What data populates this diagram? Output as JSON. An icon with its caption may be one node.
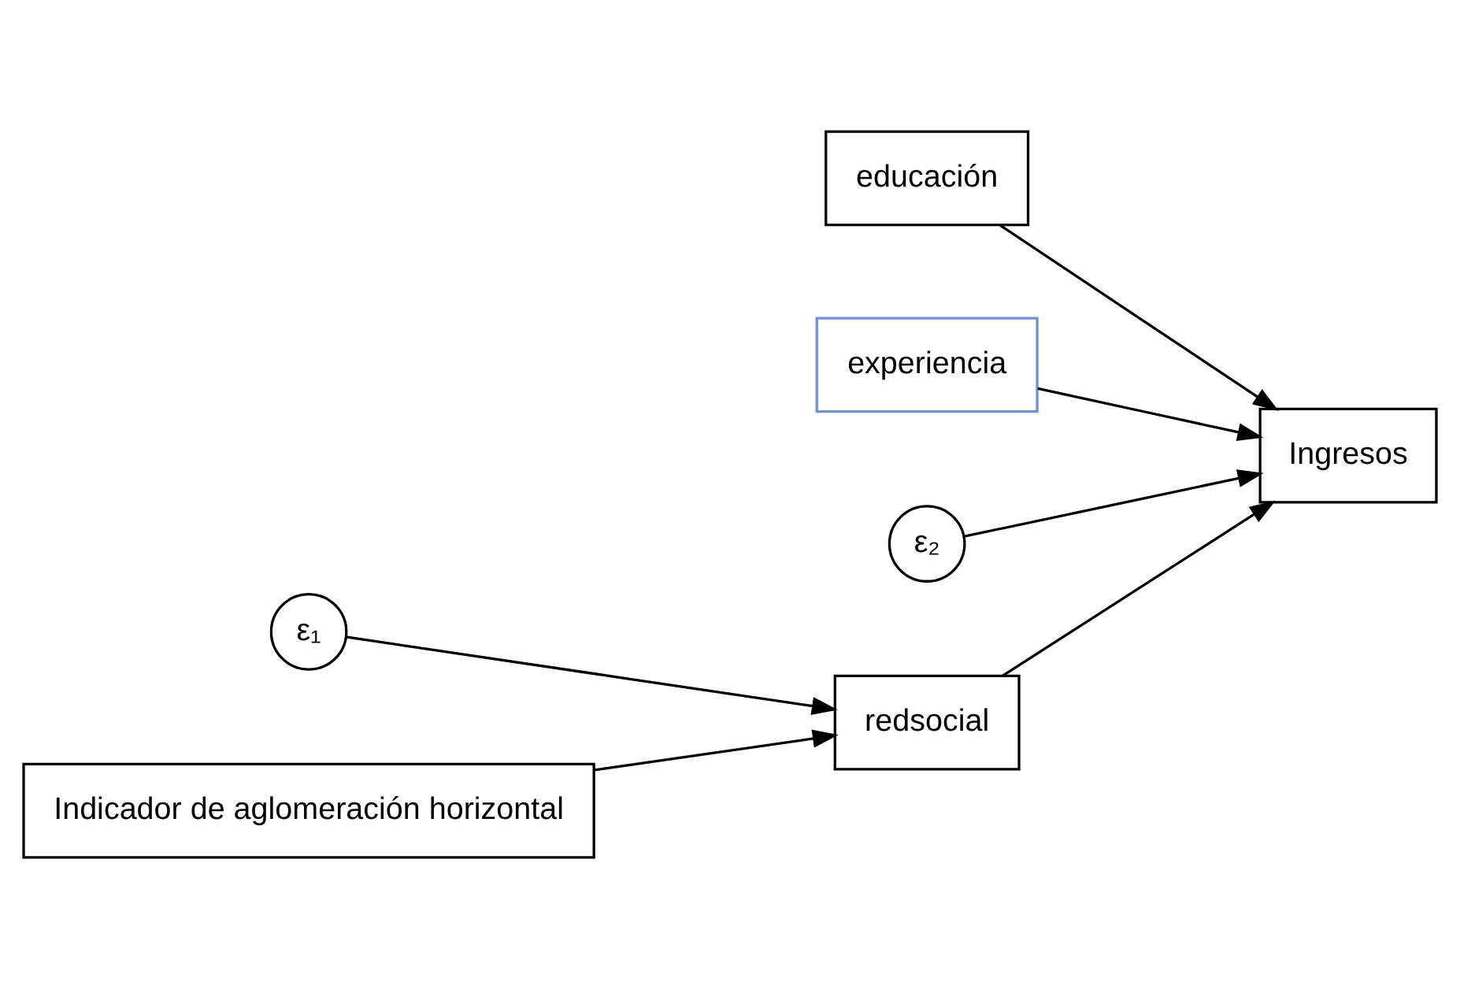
{
  "diagram": {
    "nodes": [
      {
        "text": [
          "educación"
        ]
      },
      {
        "text": [
          "experiencia"
        ]
      },
      {
        "text": [
          "Ingresos"
        ]
      },
      {
        "text": [
          "ε₂"
        ]
      },
      {
        "text": [
          "ε₁"
        ]
      },
      {
        "text": [
          "redsocial"
        ]
      },
      {
        "text": [
          "Indicador de aglomeración horizontal"
        ]
      }
    ],
    "edges": [
      {
        "from": 0,
        "to": 2,
        "arrow": "to"
      },
      {
        "from": 1,
        "to": 2,
        "arrow": "to"
      },
      {
        "from": 5,
        "to": 2,
        "arrow": "to"
      },
      {
        "from": 3,
        "to": 2,
        "arrow": "to"
      },
      {
        "from": 4,
        "to": 5,
        "arrow": "to"
      },
      {
        "from": 6,
        "to": 5,
        "arrow": "to"
      }
    ]
  }
}
